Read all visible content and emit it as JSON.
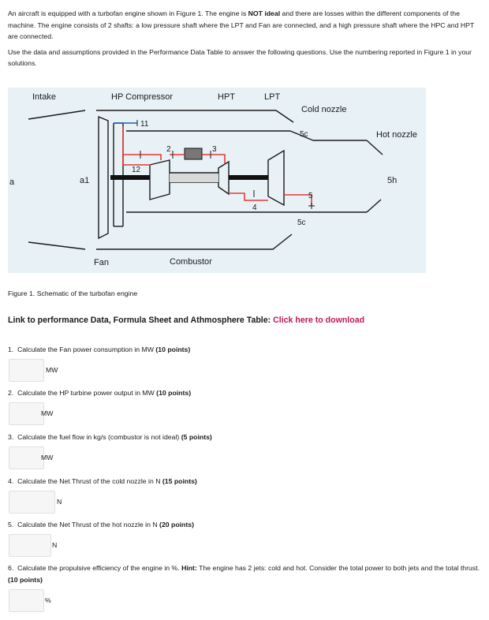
{
  "intro": {
    "p1": [
      {
        "text": "An aircraft is equipped with a turbofan engine shown in Figure 1. The engine is ",
        "bold": false
      },
      {
        "text": "NOT ideal",
        "bold": true
      },
      {
        "text": " and there are losses within the different components of the machine. The engine consists of 2 shafts: a low pressure shaft where the LPT and Fan are connected, and a high pressure shaft where the HPC and HPT are connected.",
        "bold": false
      }
    ],
    "p2": "Use the data and assumptions provided in the Performance Data Table to answer the following questions. Use the numbering reported in Figure 1 in your solutions."
  },
  "figure": {
    "labels": {
      "intake": "Intake",
      "hp_compressor": "HP Compressor",
      "hpt": "HPT",
      "lpt": "LPT",
      "cold_nozzle": "Cold nozzle",
      "hot_nozzle": "Hot nozzle",
      "st_a": "a",
      "st_a1": "a1",
      "st_11": "11",
      "st_12": "12",
      "st_2": "2",
      "st_3": "3",
      "st_4": "4",
      "st_5": "5",
      "st_5c_top": "5c",
      "st_5c_bottom": "5c",
      "st_5h": "5h",
      "fan": "Fan",
      "combustor": "Combustor"
    },
    "colors": {
      "background": "#e8f2f6",
      "lines": "#1a1a1a",
      "flow": "#e53935",
      "shaft": "#111111",
      "bypass_tap": "#1e5fa8"
    }
  },
  "caption": "Figure 1. Schematic of the turbofan engine",
  "link": {
    "prefix": "Link to performance Data, Formula Sheet and Athmosphere Table: ",
    "text": "Click here to download",
    "color": "#c2185b"
  },
  "questions": [
    {
      "num": "1.",
      "text": "Calculate the Fan power consumption in MW ",
      "points": "(10 points)",
      "answer": "",
      "unit": "MW"
    },
    {
      "num": "2.",
      "text": "Calculate the HP turbine power output in MW ",
      "points": "(10 points)",
      "answer": "",
      "unit": "MW"
    },
    {
      "num": "3.",
      "text": "Calculate the fuel flow in kg/s (combustor is not ideal) ",
      "points": "(5 points)",
      "answer": "",
      "unit": "MW"
    },
    {
      "num": "4.",
      "text": "Calculate the Net Thrust of the cold nozzle in N ",
      "points": "(15 points)",
      "answer": "",
      "unit": "N"
    },
    {
      "num": "5.",
      "text": "Calculate the Net Thrust of the hot nozzle in N ",
      "points": "(20 points)",
      "answer": "",
      "unit": "N"
    },
    {
      "num": "6.",
      "text": "Calculate the propulsive efficiency of the engine in %. ",
      "hint_label": "Hint:",
      "hint": " The engine has 2 jets: cold and hot. Consider the total power to both jets and the total thrust. ",
      "points": "(10 points)",
      "answer": "",
      "unit": "%"
    }
  ]
}
